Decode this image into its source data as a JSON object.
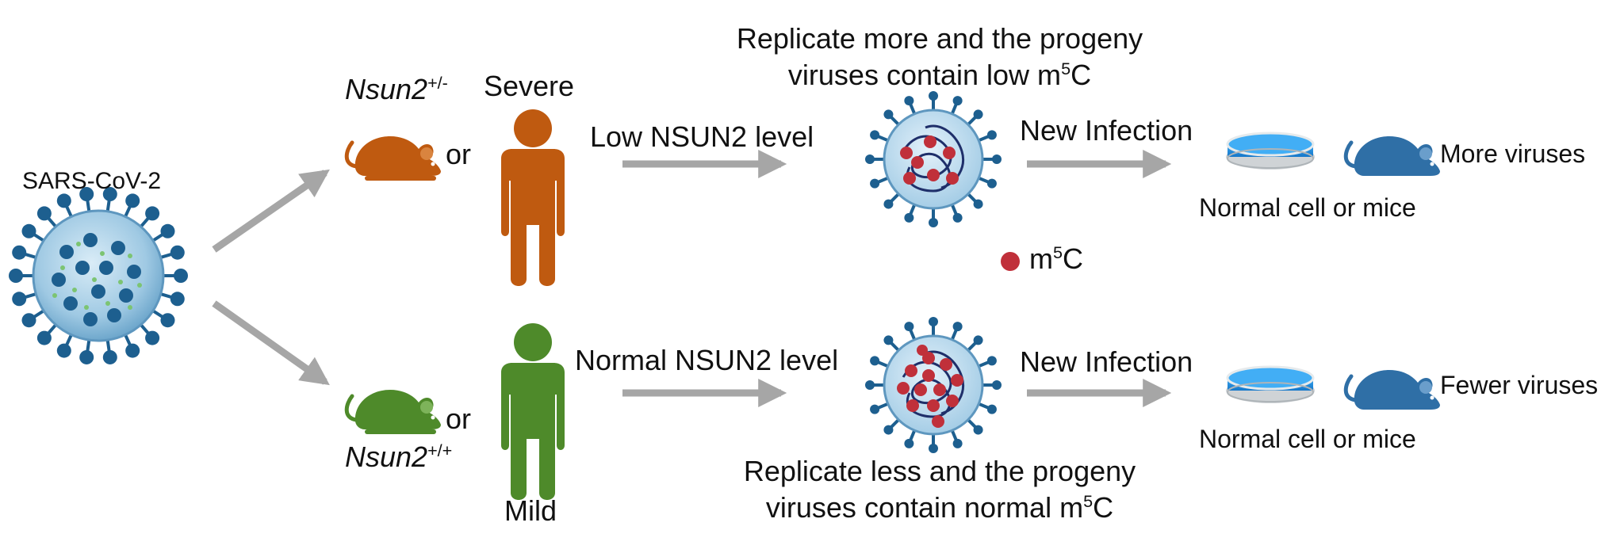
{
  "left": {
    "virus_label": "SARS-CoV-2"
  },
  "top_branch": {
    "genotype_gene": "Nsun2",
    "genotype_sup": "+/-",
    "or_text": "or",
    "outcome": "Severe",
    "level_label": "Low NSUN2 level",
    "progeny_line1": "Replicate more and the progeny",
    "progeny_line2_prefix": "viruses contain low m",
    "progeny_line2_sup": "5",
    "progeny_line2_suffix": "C",
    "infection_label": "New Infection",
    "host_label": "Normal cell or mice",
    "result": "More viruses"
  },
  "legend": {
    "prefix": "m",
    "sup": "5",
    "suffix": "C"
  },
  "bottom_branch": {
    "genotype_gene": "Nsun2",
    "genotype_sup": "+/+",
    "or_text": "or",
    "outcome": "Mild",
    "level_label": "Normal NSUN2 level",
    "progeny_line1": "Replicate less and the progeny",
    "progeny_line2_prefix": "viruses contain normal m",
    "progeny_line2_sup": "5",
    "progeny_line2_suffix": "C",
    "infection_label": "New Infection",
    "host_label": "Normal cell or mice",
    "result": "Fewer viruses"
  },
  "colors": {
    "severe": "#bf5a10",
    "mild": "#4e8a2a",
    "mouse_host": "#2f6fa6",
    "arrow": "#a6a6a6",
    "m5c": "#c0303a",
    "dish": "#1e8fe0",
    "virus_body": "#a9cfe6",
    "spike": "#1d5f8f"
  }
}
